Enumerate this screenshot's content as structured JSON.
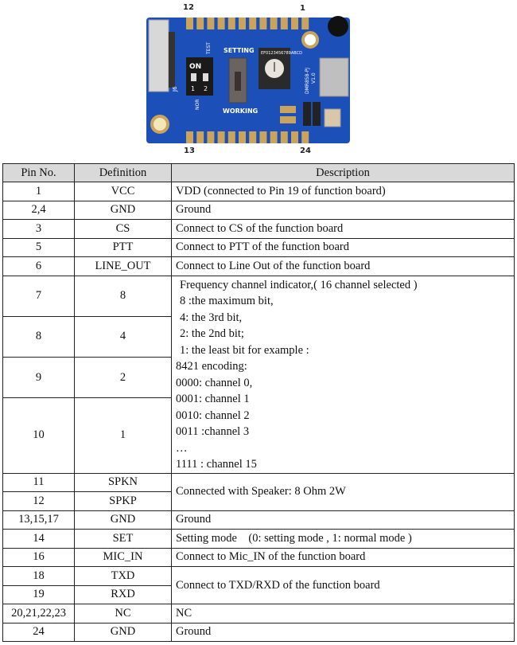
{
  "board_image": {
    "pin_labels": {
      "top_left": "12",
      "top_right": "1",
      "bottom_left": "13",
      "bottom_right": "24"
    },
    "silkscreen": {
      "setting": "SETTING",
      "working": "WORKING",
      "on": "ON",
      "sw1": "1",
      "sw2": "2",
      "test": "TEST",
      "nor": "NOR",
      "connector": "J6",
      "model": "DMR858-PJ",
      "version": "V1.0",
      "rotary": "EF0123456789ABCD"
    },
    "colors": {
      "pcb": "#1d4fb8",
      "pads": "#c9a45a"
    }
  },
  "table": {
    "headers": [
      "Pin No.",
      "Definition",
      "Description"
    ],
    "rows": [
      {
        "pin": "1",
        "definition": "VCC",
        "description": "VDD (connected to Pin 19 of function board)"
      },
      {
        "pin": "2,4",
        "definition": "GND",
        "description": "Ground"
      },
      {
        "pin": "3",
        "definition": "CS",
        "description": "Connect to CS of the function board"
      },
      {
        "pin": "5",
        "definition": "PTT",
        "description": "Connect to PTT  of the function board"
      },
      {
        "pin": "6",
        "definition": "LINE_OUT",
        "description": "Connect to Line Out of the function board"
      },
      {
        "pin": "7",
        "definition": "8"
      },
      {
        "pin": "8",
        "definition": "4"
      },
      {
        "pin": "9",
        "definition": "2"
      },
      {
        "pin": "10",
        "definition": "1"
      },
      {
        "pin": "11",
        "definition": "SPKN"
      },
      {
        "pin": "12",
        "definition": "SPKP"
      },
      {
        "pin": "13,15,17",
        "definition": "GND",
        "description": "Ground"
      },
      {
        "pin": "14",
        "definition": "SET",
        "description": "Setting mode    (0: setting mode , 1: normal mode )"
      },
      {
        "pin": "16",
        "definition": "MIC_IN",
        "description": "Connect to Mic_IN of the function board"
      },
      {
        "pin": "18",
        "definition": "TXD"
      },
      {
        "pin": "19",
        "definition": "RXD"
      },
      {
        "pin": "20,21,22,23",
        "definition": "NC",
        "description": "NC"
      },
      {
        "pin": "24",
        "definition": "GND",
        "description": "Ground"
      }
    ],
    "channel_description": [
      "Frequency channel indicator,( 16 channel selected )",
      "8 :the maximum bit,",
      "4: the 3rd bit,",
      "2: the 2nd bit;",
      "1: the least bit for example :",
      "8421 encoding:",
      "0000: channel 0,",
      "0001: channel 1",
      "0010: channel 2",
      "0011 :channel 3",
      "…",
      "1111 : channel 15"
    ],
    "speaker_description": "Connected with Speaker: 8 Ohm 2W",
    "uart_description": "Connect to TXD/RXD of the function board"
  }
}
